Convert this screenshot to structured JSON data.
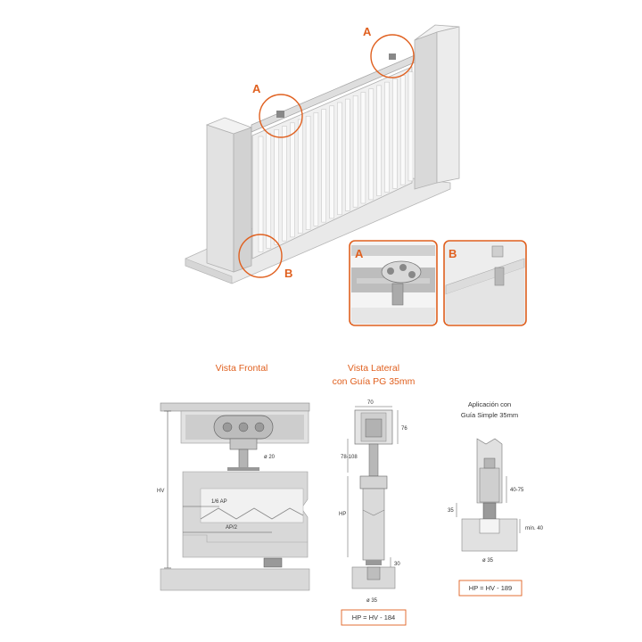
{
  "colors": {
    "accent": "#e0601f",
    "panel": "#e6e6e6",
    "panel_dark": "#c8c8c8",
    "line": "#9a9a9a",
    "dim_line": "#555555"
  },
  "callouts": {
    "a_top": "A",
    "a_left": "A",
    "b": "B"
  },
  "details": {
    "detail_a_label": "A",
    "detail_b_label": "B"
  },
  "views": {
    "frontal": {
      "title": "Vista Frontal",
      "hv": "HV",
      "sixth_ap": "1/6 AP",
      "half_ap": "AP/2",
      "phi20": "ø 20"
    },
    "lateral": {
      "title_line1": "Vista Lateral",
      "title_line2": "con Guía PG 35mm",
      "d70": "70",
      "d76": "76",
      "d78_108": "78-108",
      "hp": "HP",
      "d30": "30",
      "phi35": "ø 35",
      "formula": "HP = HV - 184"
    },
    "simple": {
      "title_line1": "Aplicación con",
      "title_line2": "Guía Simple 35mm",
      "d40_75": "40-75",
      "d35": "35",
      "min40": "mín. 40",
      "phi35": "ø 35",
      "formula": "HP = HV - 189"
    }
  }
}
